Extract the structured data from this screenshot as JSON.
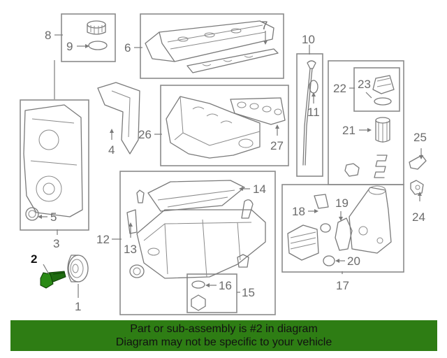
{
  "callouts": [
    {
      "id": "1",
      "label": "1"
    },
    {
      "id": "2",
      "label": "2"
    },
    {
      "id": "3",
      "label": "3"
    },
    {
      "id": "4",
      "label": "4"
    },
    {
      "id": "5",
      "label": "5"
    },
    {
      "id": "6",
      "label": "6"
    },
    {
      "id": "7",
      "label": "7"
    },
    {
      "id": "8",
      "label": "8"
    },
    {
      "id": "9",
      "label": "9"
    },
    {
      "id": "10",
      "label": "10"
    },
    {
      "id": "11",
      "label": "11"
    },
    {
      "id": "12",
      "label": "12"
    },
    {
      "id": "13",
      "label": "13"
    },
    {
      "id": "14",
      "label": "14"
    },
    {
      "id": "15",
      "label": "15"
    },
    {
      "id": "16",
      "label": "16"
    },
    {
      "id": "17",
      "label": "17"
    },
    {
      "id": "18",
      "label": "18"
    },
    {
      "id": "19",
      "label": "19"
    },
    {
      "id": "20",
      "label": "20"
    },
    {
      "id": "21",
      "label": "21"
    },
    {
      "id": "22",
      "label": "22"
    },
    {
      "id": "23",
      "label": "23"
    },
    {
      "id": "24",
      "label": "24"
    },
    {
      "id": "25",
      "label": "25"
    },
    {
      "id": "26",
      "label": "26"
    },
    {
      "id": "27",
      "label": "27"
    }
  ],
  "highlighted_part": "2",
  "banner": {
    "line1": "Part or sub-assembly is #2 in diagram",
    "line2": "Diagram may not be specific to your vehicle"
  },
  "colors": {
    "banner_bg": "#2e7d14",
    "highlight": "#1e6b10",
    "linework": "#7a7a7a"
  }
}
